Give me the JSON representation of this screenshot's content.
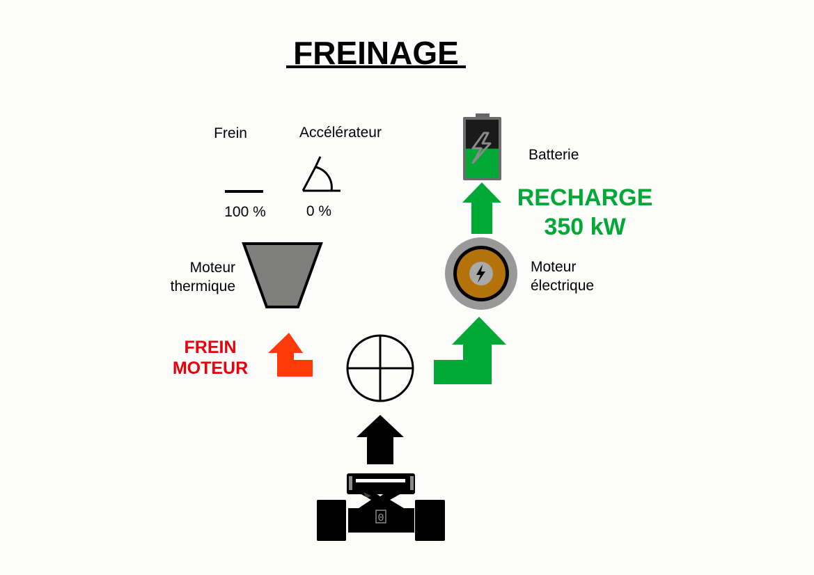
{
  "title": "FREINAGE",
  "pedals": {
    "brake": {
      "label": "Frein",
      "value": "100 %",
      "percent": 100
    },
    "accelerator": {
      "label": "Accélérateur",
      "value": "0 %",
      "percent": 0
    }
  },
  "battery": {
    "label": "Batterie",
    "charge_fraction": 0.5
  },
  "recharge": {
    "line1": "RECHARGE",
    "line2": "350 kW"
  },
  "thermal_engine": {
    "line1": "Moteur",
    "line2": "thermique"
  },
  "electric_motor": {
    "line1": "Moteur",
    "line2": "électrique"
  },
  "engine_brake": {
    "line1": "FREIN",
    "line2": "MOTEUR"
  },
  "gear": {
    "label": "0"
  },
  "colors": {
    "recharge_green": "#00a835",
    "engine_brake_red": "#e8000a",
    "engine_brake_arrow": "#ff3a0a",
    "engine_gray": "#7e7f7c",
    "motor_copper": "#b3720a",
    "motor_ring": "#999999",
    "arrow_black": "#000000"
  },
  "icons": {
    "battery": "battery-icon",
    "lightning": "lightning-icon",
    "brake_pedal": "brake-pedal-icon",
    "accelerator_pedal": "accelerator-pedal-icon",
    "power_split": "crosshair-icon",
    "vehicle": "vehicle-chassis-icon"
  }
}
